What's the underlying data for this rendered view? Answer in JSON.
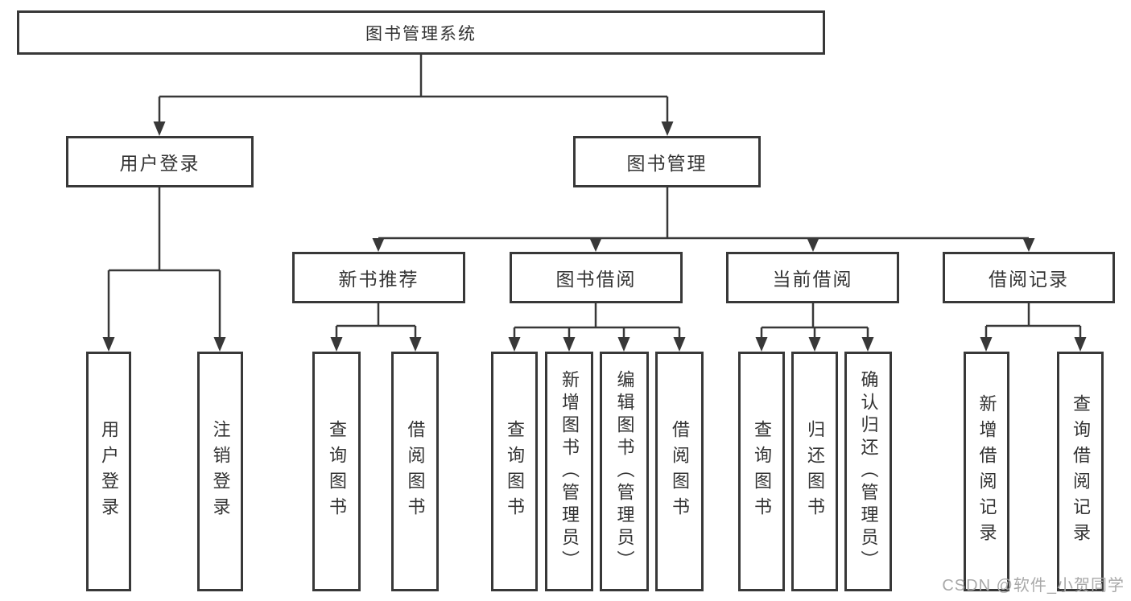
{
  "diagram": {
    "root": "图书管理系统",
    "login": {
      "label": "用户登录",
      "children": [
        "用户登录",
        "注销登录"
      ]
    },
    "management": {
      "label": "图书管理",
      "groups": [
        {
          "label": "新书推荐",
          "children": [
            "查询图书",
            "借阅图书"
          ]
        },
        {
          "label": "图书借阅",
          "children": [
            "查询图书",
            "新增图书（管理员）",
            "编辑图书（管理员）",
            "借阅图书"
          ]
        },
        {
          "label": "当前借阅",
          "children": [
            "查询图书",
            "归还图书",
            "确认归还（管理员）"
          ]
        },
        {
          "label": "借阅记录",
          "children": [
            "新增借阅记录",
            "查询借阅记录"
          ]
        }
      ]
    }
  },
  "watermark": "CSDN @软件_小贺同学",
  "colors": {
    "line": "#383838",
    "text": "#333333",
    "watermark": "#a9a9a9",
    "background": "#ffffff"
  }
}
